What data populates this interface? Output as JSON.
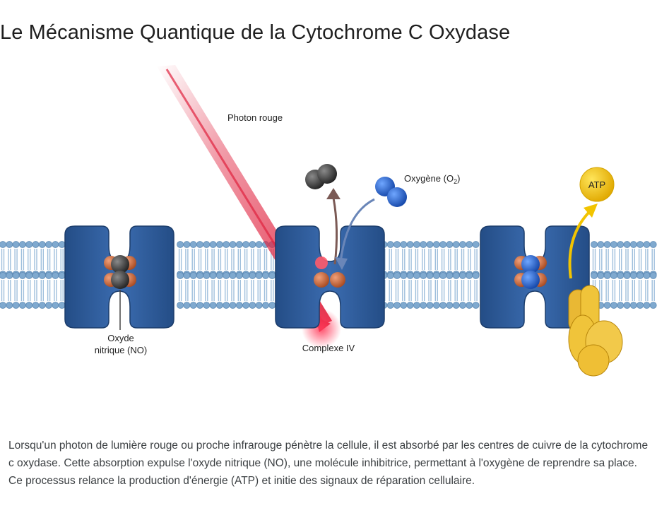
{
  "title": "Le Mécanisme Quantique de la Cytochrome C Oxydase",
  "figure": {
    "labels": {
      "photon": "Photon rouge",
      "oxygen": "Oxygène (O",
      "oxygen_sub": "2",
      "oxygen_close": ")",
      "atp": "ATP",
      "no_line1": "Oxyde",
      "no_line2": "nitrique (NO)",
      "complex": "Complexe IV"
    },
    "colors": {
      "membrane": "#a9c6e0",
      "head": "#7fa9cf",
      "protein": "#2f5f9e",
      "copper": "#c8683a",
      "photon": "#e0233f",
      "oxygen": "#1f5fbf",
      "no_molecule": "#3a3a3a",
      "atp": "#f2c400",
      "synthase": "#f0c43a"
    }
  },
  "caption": "Lorsqu'un photon de lumière rouge ou proche infrarouge pénètre la cellule, il est absorbé par les centres de cuivre de la cytochrome c oxydase. Cette absorption expulse l'oxyde nitrique (NO), une molécule inhibitrice, permettant à l'oxygène de reprendre sa place. Ce processus relance la production d'énergie (ATP) et initie des signaux de réparation cellulaire."
}
